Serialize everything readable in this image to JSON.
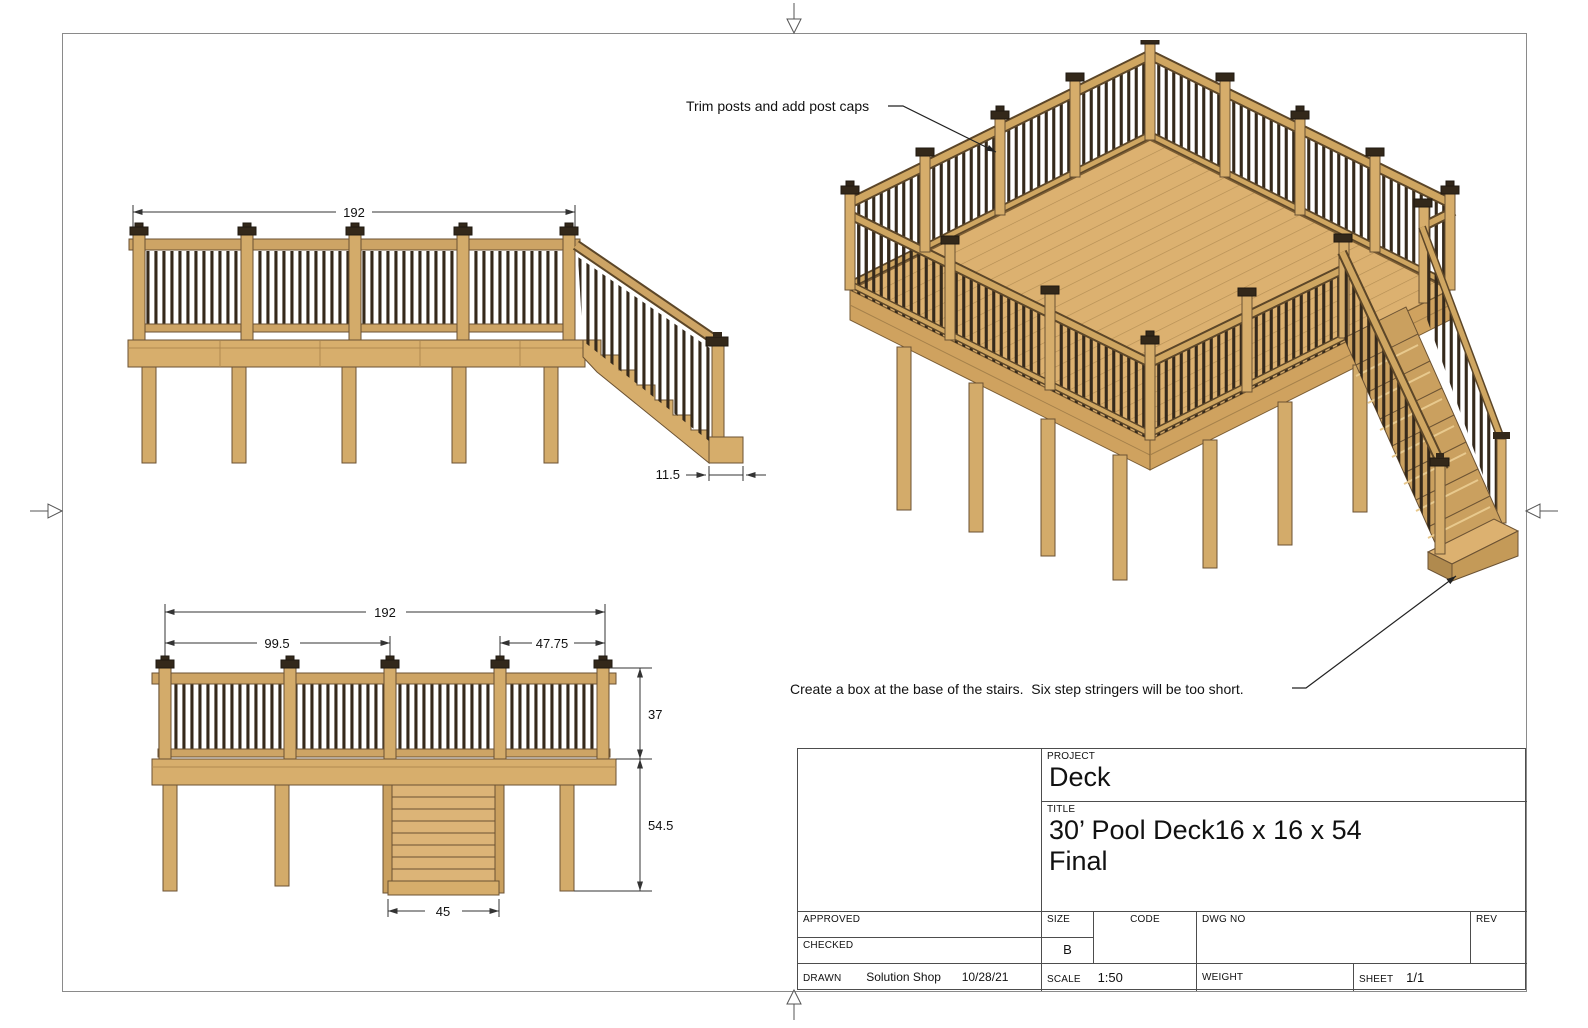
{
  "palette": {
    "wood_light": "#dcb477",
    "wood_mid": "#caa05f",
    "wood_dark": "#8a6a3e",
    "baluster": "#35291b",
    "line": "#333333"
  },
  "annotations": {
    "trim_posts": "Trim posts and add post caps",
    "stair_box": "Create a box at the base of the stairs.  Six step stringers will be too short."
  },
  "side_view": {
    "dim_length": "192",
    "dim_tread": "11.5"
  },
  "front_view": {
    "dim_length": "192",
    "dim_left_span": "99.5",
    "dim_right_span": "47.75",
    "dim_rail_height": "37",
    "dim_deck_height": "54.5",
    "dim_stair_width": "45"
  },
  "title_block": {
    "project_label": "PROJECT",
    "project_value": "Deck",
    "title_label": "TITLE",
    "title_line1": "30’ Pool Deck16 x 16 x 54",
    "title_line2": "Final",
    "approved_label": "APPROVED",
    "checked_label": "CHECKED",
    "drawn_label": "DRAWN",
    "drawn_by": "Solution Shop",
    "drawn_date": "10/28/21",
    "size_label": "SIZE",
    "size_value": "B",
    "code_label": "CODE",
    "dwg_label": "DWG NO",
    "rev_label": "REV",
    "scale_label": "SCALE",
    "scale_value": "1:50",
    "weight_label": "WEIGHT",
    "sheet_label": "SHEET",
    "sheet_value": "1/1"
  }
}
